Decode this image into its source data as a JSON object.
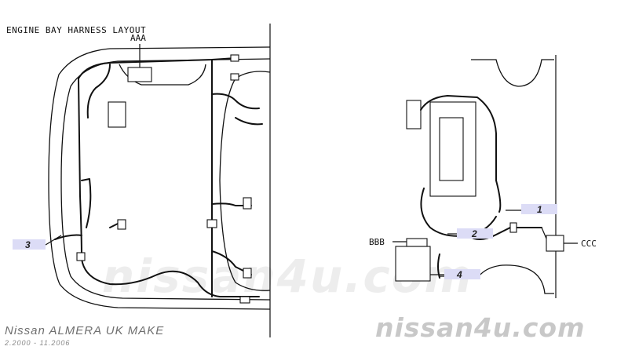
{
  "title": "ENGINE BAY HARNESS LAYOUT",
  "labels": {
    "aaa": "AAA",
    "bbb": "BBB",
    "ccc": "CCC"
  },
  "callouts": [
    "1",
    "2",
    "3",
    "4"
  ],
  "footer": {
    "model": "Nissan ALMERA UK MAKE",
    "years": "2.2000 - 11.2006"
  },
  "watermark": "nissan4u.com"
}
